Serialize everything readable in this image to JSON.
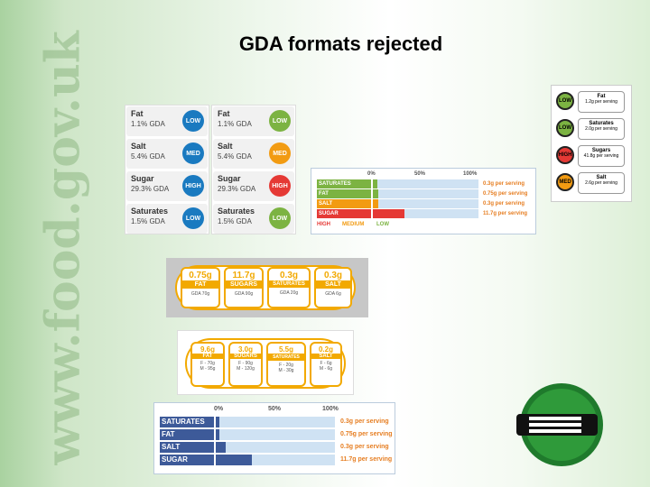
{
  "slide": {
    "title": "GDA formats rejected",
    "watermark": "www.food.gov.uk"
  },
  "colors": {
    "low": "#1a7ac0",
    "med": "#1a7ac0",
    "high": "#1a7ac0",
    "green": "#7cb342",
    "amber": "#f29b12",
    "red": "#e53935",
    "label_blue": "#3d5a99",
    "orange": "#e67e22"
  },
  "panel_blue_tiles": {
    "items": [
      {
        "name": "Fat",
        "pct": "1.1% GDA",
        "level": "LOW"
      },
      {
        "name": "Salt",
        "pct": "5.4% GDA",
        "level": "MED"
      },
      {
        "name": "Sugar",
        "pct": "29.3% GDA",
        "level": "HIGH"
      },
      {
        "name": "Saturates",
        "pct": "1.5% GDA",
        "level": "LOW"
      }
    ]
  },
  "panel_tl_tiles": {
    "items": [
      {
        "name": "Fat",
        "pct": "1.1% GDA",
        "level": "LOW"
      },
      {
        "name": "Salt",
        "pct": "5.4% GDA",
        "level": "MED"
      },
      {
        "name": "Sugar",
        "pct": "29.3% GDA",
        "level": "HIGH"
      },
      {
        "name": "Saturates",
        "pct": "1.5% GDA",
        "level": "LOW"
      }
    ]
  },
  "panel_bars_small": {
    "headers": [
      "0%",
      "50%",
      "100%"
    ],
    "rows": [
      {
        "label": "SATURATES",
        "fill": 0.04,
        "value": "0.3g per serving"
      },
      {
        "label": "FAT",
        "fill": 0.05,
        "value": "0.75g per serving"
      },
      {
        "label": "SALT",
        "fill": 0.05,
        "value": "0.3g per serving"
      },
      {
        "label": "SUGAR",
        "fill": 0.3,
        "value": "11.7g per serving"
      }
    ],
    "legend": [
      "HIGH",
      "MEDIUM",
      "LOW"
    ]
  },
  "panel_vertical_tl": {
    "rows": [
      {
        "level": "LOW",
        "name": "Fat",
        "amount": "1.2g per serving"
      },
      {
        "level": "LOW",
        "name": "Saturates",
        "amount": "2.0g per serving"
      },
      {
        "level": "HIGH",
        "name": "Sugars",
        "amount": "41.8g per serving"
      },
      {
        "level": "MED",
        "name": "Salt",
        "amount": "2.6g per serving"
      }
    ]
  },
  "panel_pills_gda": {
    "items": [
      {
        "amount": "0.75g",
        "name": "FAT",
        "foot": "GDA 70g"
      },
      {
        "amount": "11.7g",
        "name": "SUGARS",
        "foot": "GDA 90g"
      },
      {
        "amount": "0.3g",
        "name": "SATURATES",
        "foot": "GDA 20g"
      },
      {
        "amount": "0.3g",
        "name": "SALT",
        "foot": "GDA 6g"
      }
    ]
  },
  "panel_pills_sex": {
    "items": [
      {
        "amount": "9.6g",
        "name": "FAT",
        "foot1": "F - 70g",
        "foot2": "M - 95g"
      },
      {
        "amount": "3.0g",
        "name": "SUGARS",
        "foot1": "F - 90g",
        "foot2": "M - 120g"
      },
      {
        "amount": "5.5g",
        "name": "SATURATES",
        "foot1": "F - 20g",
        "foot2": "M - 30g"
      },
      {
        "amount": "0.2g",
        "name": "SALT",
        "foot1": "F - 6g",
        "foot2": "M - 6g"
      }
    ]
  },
  "panel_bars_large": {
    "headers": [
      "0%",
      "50%",
      "100%"
    ],
    "rows": [
      {
        "label": "SATURATES",
        "fill": 0.03,
        "value": "0.3g per serving"
      },
      {
        "label": "FAT",
        "fill": 0.03,
        "value": "0.75g per serving"
      },
      {
        "label": "SALT",
        "fill": 0.08,
        "value": "0.3g per serving"
      },
      {
        "label": "SUGAR",
        "fill": 0.3,
        "value": "11.7g per serving"
      }
    ]
  }
}
